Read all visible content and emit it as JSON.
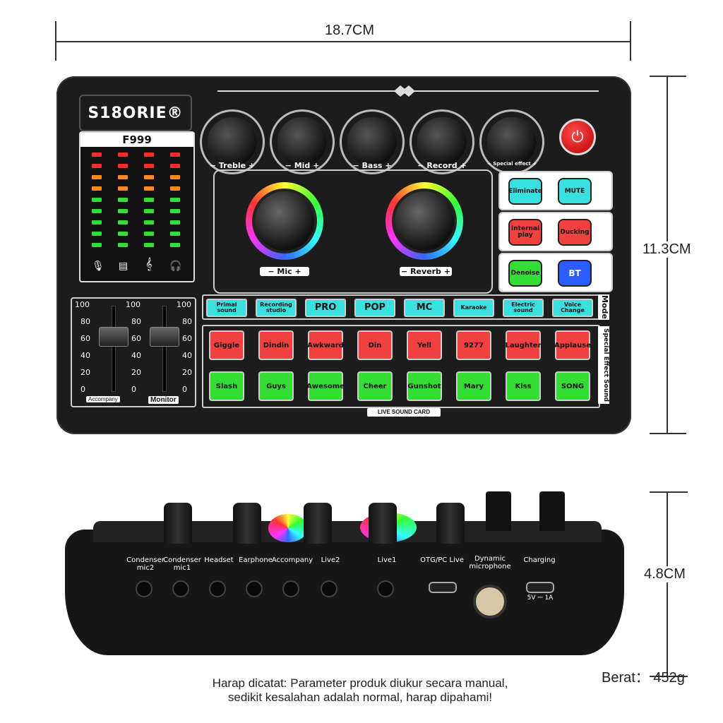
{
  "dimensions": {
    "width": "18.7CM",
    "height": "11.3CM",
    "depth": "4.8CM"
  },
  "weight": {
    "label": "Berat：",
    "value": "452g"
  },
  "brand": "S18ORIE®",
  "model": "F999",
  "meter_icons": [
    "mic-icon",
    "music-box-icon",
    "treble-clef-icon",
    "headphone-icon"
  ],
  "knobs": [
    "Treble",
    "Mid",
    "Bass",
    "Record",
    "Special effect"
  ],
  "big_knobs": [
    "Mic",
    "Reverb"
  ],
  "function_buttons": [
    {
      "label": "Eliminate",
      "color": "#38e0e0"
    },
    {
      "label": "MUTE",
      "color": "#38e0e0"
    },
    {
      "label": "Internal play",
      "color": "#f04040"
    },
    {
      "label": "Ducking",
      "color": "#f04040"
    },
    {
      "label": "Denoise",
      "color": "#33dd33"
    },
    {
      "label": "BT",
      "color": "#2a5cff"
    }
  ],
  "mode_title": "Mode",
  "mode_buttons": [
    "Primal sound",
    "Recording studio",
    "PRO",
    "POP",
    "MC",
    "Karaoke",
    "Electric sound",
    "Voice Change"
  ],
  "effects_title": "Special Effect Sound",
  "effects_red": [
    "Giggle",
    "Dindin",
    "Awkward",
    "Din",
    "Yell",
    "9277",
    "Laughter",
    "Applause"
  ],
  "effects_green": [
    "Slash",
    "Guys",
    "Awesome",
    "Cheer",
    "Gunshot",
    "Mary",
    "Kiss",
    "SONG"
  ],
  "fader_scale": [
    "100",
    "80",
    "60",
    "40",
    "20",
    "0"
  ],
  "faders": [
    "Accompany",
    "Monitor"
  ],
  "card_label": "LIVE SOUND CARD",
  "ports": [
    "Condenser mic2",
    "Condenser mic1",
    "Headset",
    "Earphone",
    "Accompany",
    "Live2",
    "Live1",
    "OTG/PC Live",
    "Dynamic microphone",
    "Charging"
  ],
  "charging_spec": "5V ⎓ 1A",
  "note_line1": "Harap dicatat: Parameter produk diukur secara manual,",
  "note_line2": "sedikit kesalahan adalah normal, harap dipahami!"
}
